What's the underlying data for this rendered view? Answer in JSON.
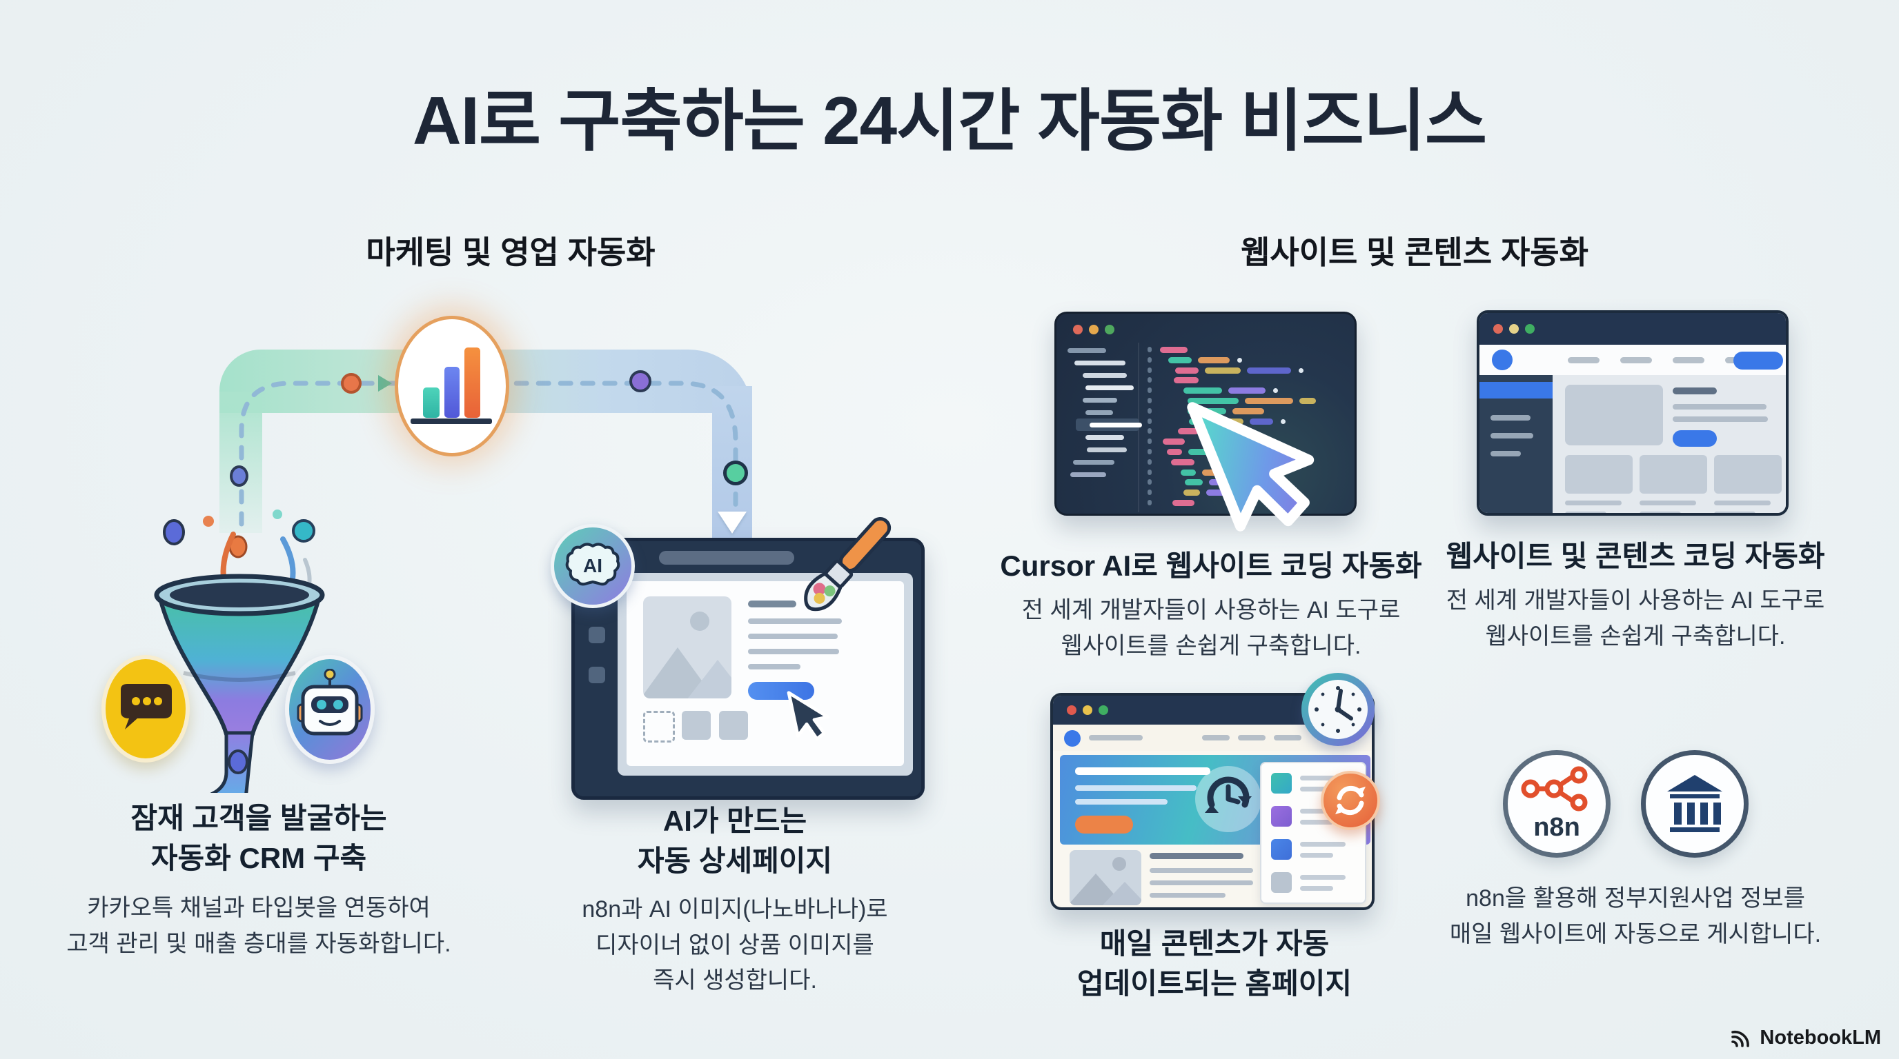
{
  "title": "AI로 구축하는 24시간 자동화 비즈니스",
  "sections": {
    "left": {
      "header": "마케팅 및 영업 자동화",
      "crm": {
        "title_line1": "잠재 고객을 발굴하는",
        "title_line2": "자동화 CRM 구축",
        "desc_line1": "카카오특 채널과 타입봇을 연동하여",
        "desc_line2": "고객 관리 및 매출 층대를 자동화합니다."
      },
      "detail_page": {
        "ai_badge_label": "AI",
        "title_line1": "AI가 만드는",
        "title_line2": "자동 상세페이지",
        "desc_line1": "n8n과 AI 이미지(나노바나나)로",
        "desc_line2": "디자이너 없이 상품 이미지를",
        "desc_line3": "즉시 생성합니다."
      }
    },
    "right": {
      "header": "웹사이트 및 콘텐츠 자동화",
      "cursor_card": {
        "title": "Cursor AI로 웹사이트 코딩 자동화",
        "desc_line1": "전 세계 개발자들이 사용하는 AI 도구로",
        "desc_line2": "웹사이트를 손쉽게 구축합니다."
      },
      "website_card": {
        "title": "웹사이트 및 콘텐츠 코딩 자동화",
        "desc_line1": "전 세계 개발자들이 사용하는 AI 도구로",
        "desc_line2": "웹사이트를 손쉽게 구축합니다."
      },
      "daily_card": {
        "title_line1": "매일 콘텐츠가 자동",
        "title_line2": "업데이트되는 홈페이지"
      },
      "gov_card": {
        "n8n_label": "n8n",
        "desc_line1": "n8n을 활용해 정부지원사업 정보를",
        "desc_line2": "매일 웹사이트에 자동으로 게시합니다."
      }
    }
  },
  "footer": {
    "brand": "NotebookLM"
  },
  "accents": {
    "navy": "#22344c",
    "teal": "#43c3a6",
    "orange": "#ec7d42",
    "purple": "#8d7ce2",
    "blue": "#3a78e8",
    "yellow_badge": "#f3c313",
    "band_green": "#a5e2cb",
    "band_blue": "#bcd2ea"
  },
  "icons": {
    "chart": "bar-chart-icon",
    "funnel": "funnel-icon",
    "chat": "chat-bubble-icon",
    "robot": "robot-icon",
    "brain": "ai-brain-icon",
    "paintbrush": "paintbrush-icon",
    "cursor": "mouse-cursor-icon",
    "clock": "clock-icon",
    "refresh": "refresh-icon",
    "n8n": "n8n-node-icon",
    "bank": "government-building-icon",
    "notebooklm": "notebooklm-logo-icon"
  },
  "illustrations": {
    "code_editor": {
      "palette": {
        "p": "#df6d92",
        "t": "#43c3a6",
        "o": "#dd9a5e",
        "y": "#c9b35e",
        "u": "#8d7ce2",
        "b": "#5e66cc",
        "g": "#70849a"
      },
      "sidebar": [
        {
          "x": 16,
          "w": 56,
          "c": "#8496ab"
        },
        {
          "x": 26,
          "w": 74,
          "c": "#d7dfe8"
        },
        {
          "x": 38,
          "w": 64,
          "c": "#cfd8e2"
        },
        {
          "x": 42,
          "w": 70,
          "c": "#e6ecf2"
        },
        {
          "x": 38,
          "w": 50,
          "c": "#9fb0c2"
        },
        {
          "x": 42,
          "w": 40,
          "c": "#93a5b8"
        },
        {
          "x": 48,
          "w": 76,
          "c": "#ffffff",
          "hl": true
        },
        {
          "x": 42,
          "w": 56,
          "c": "#d7dfe8"
        },
        {
          "x": 44,
          "w": 58,
          "c": "#c5cfd9"
        },
        {
          "x": 24,
          "w": 60,
          "c": "#8ea0b4"
        },
        {
          "x": 20,
          "w": 52,
          "c": "#9aa7c0"
        }
      ],
      "lines": [
        {
          "ind": 0,
          "seg": [
            [
              "p",
              40
            ]
          ]
        },
        {
          "ind": 12,
          "seg": [
            [
              "t",
              34
            ],
            [
              "o",
              46
            ]
          ],
          "dot": true
        },
        {
          "ind": 22,
          "seg": [
            [
              "p",
              34
            ],
            [
              "y",
              52
            ],
            [
              "b",
              64
            ]
          ],
          "dot": true
        },
        {
          "ind": 20,
          "seg": [
            [
              "p",
              36
            ]
          ]
        },
        {
          "ind": 34,
          "seg": [
            [
              "t",
              56
            ],
            [
              "u",
              54
            ]
          ],
          "dot": true
        },
        {
          "ind": 40,
          "seg": [
            [
              "t",
              74
            ],
            [
              "o",
              70
            ],
            [
              "y",
              24
            ]
          ]
        },
        {
          "ind": 40,
          "seg": [
            [
              "t",
              56
            ],
            [
              "o",
              46
            ]
          ]
        },
        {
          "ind": 42,
          "seg": [
            [
              "t",
              40
            ],
            [
              "y",
              30
            ],
            [
              "b",
              34
            ]
          ],
          "dot": true
        },
        {
          "ind": 26,
          "seg": [
            [
              "p",
              30
            ]
          ]
        },
        {
          "ind": 4,
          "seg": [
            [
              "p",
              32
            ]
          ]
        },
        {
          "ind": 10,
          "seg": [
            [
              "p",
              22
            ],
            [
              "t",
              50
            ],
            [
              "o",
              46
            ]
          ],
          "dot": true
        },
        {
          "ind": 16,
          "seg": [
            [
              "p",
              34
            ]
          ]
        },
        {
          "ind": 30,
          "seg": [
            [
              "t",
              22
            ],
            [
              "o",
              34
            ]
          ],
          "dot": true
        },
        {
          "ind": 36,
          "seg": [
            [
              "t",
              26
            ],
            [
              "u",
              66
            ],
            [
              "g",
              30
            ]
          ]
        },
        {
          "ind": 34,
          "seg": [
            [
              "y",
              24
            ],
            [
              "u",
              84
            ]
          ]
        },
        {
          "ind": 18,
          "seg": [
            [
              "p",
              32
            ]
          ]
        }
      ]
    }
  }
}
